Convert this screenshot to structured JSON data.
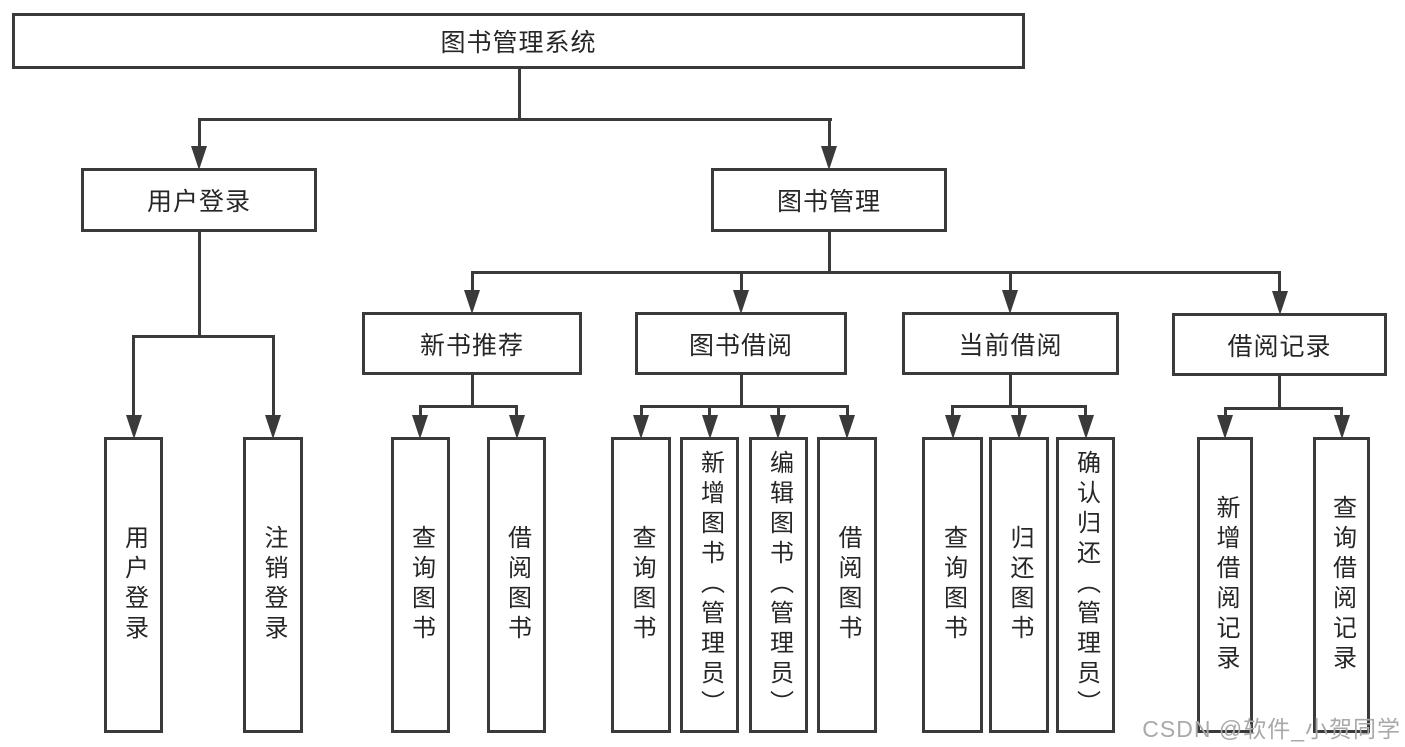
{
  "nodes": {
    "root": "图书管理系统",
    "l2": [
      "用户登录",
      "图书管理"
    ],
    "l3": [
      "新书推荐",
      "图书借阅",
      "当前借阅",
      "借阅记录"
    ],
    "leaves_user": [
      "用户登录",
      "注销登录"
    ],
    "leaves_new": [
      "查询图书",
      "借阅图书"
    ],
    "leaves_borrow": [
      "查询图书",
      "新增图书（管理员）",
      "编辑图书（管理员）",
      "借阅图书"
    ],
    "leaves_current": [
      "查询图书",
      "归还图书",
      "确认归还（管理员）"
    ],
    "leaves_records": [
      "新增借阅记录",
      "查询借阅记录"
    ]
  },
  "watermark": "CSDN @软件_小贺同学"
}
